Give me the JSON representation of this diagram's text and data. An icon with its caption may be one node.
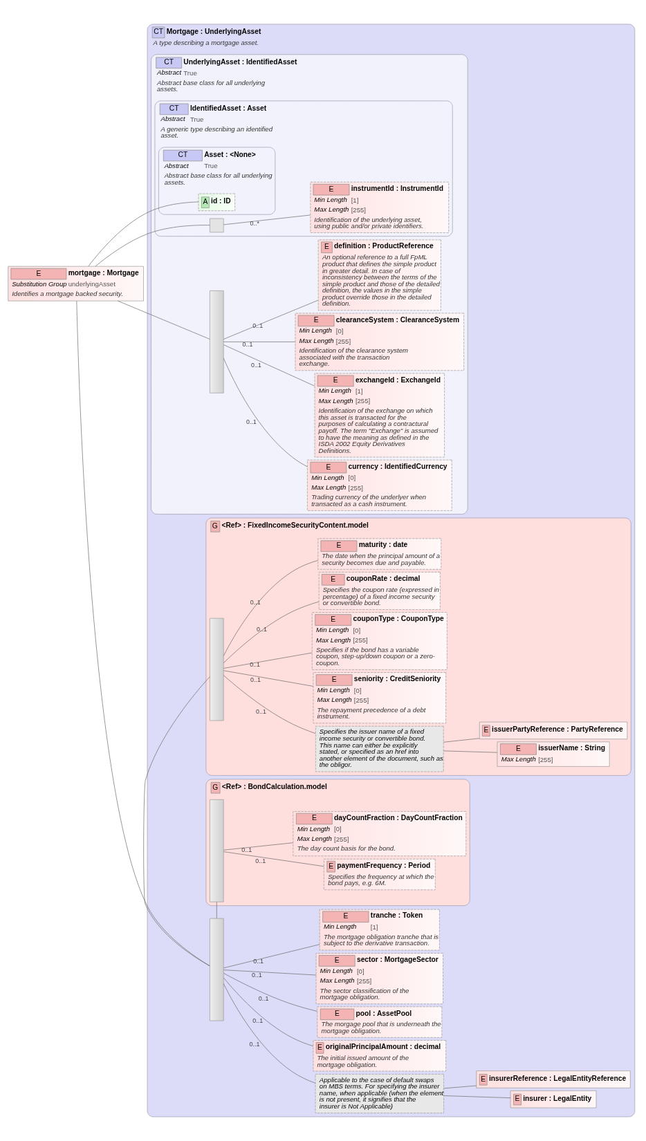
{
  "diagram": {
    "nodes": [
      {
        "text": [
          "CT",
          "Mortgage : UnderlyingAsset",
          "A type describing a mortgage asset."
        ]
      },
      {
        "text": [
          "CT",
          "UnderlyingAsset : IdentifiedAsset",
          "Abstract",
          "True",
          "Abstract base class for all underlying assets."
        ],
        "in": 0
      },
      {
        "text": [
          "CT",
          "IdentifiedAsset : Asset",
          "Abstract",
          "True",
          "A generic type describing an identified asset."
        ],
        "in": 1
      },
      {
        "text": [
          "CT",
          "Asset : <None>",
          "Abstract",
          "True",
          "Abstract base class for all underlying assets."
        ],
        "in": 2
      },
      {
        "text": [
          "A",
          "id : ID"
        ],
        "in": 3
      },
      {
        "text": [],
        "shape": "box",
        "in": 2
      },
      {
        "text": [
          "E",
          "instrumentId : InstrumentId",
          "Min Length",
          "[1]",
          "Max Length",
          "[255]",
          "Identification of the underlying asset, using public and/or private identifiers."
        ],
        "in": 2
      },
      {
        "text": [],
        "shape": "bar",
        "in": 1
      },
      {
        "text": [
          "E",
          "currency : IdentifiedCurrency",
          "Min Length",
          "[0]",
          "Max Length",
          "[255]",
          "Trading currency of the underlyer when transacted as a cash instrument."
        ],
        "in": 1
      },
      {
        "text": [
          "E",
          "exchangeId : ExchangeId",
          "Min Length",
          "[1]",
          "Max Length",
          "[255]",
          "Identification of the exchange on which this asset is transacted for the purposes of calculating a contractural payoff. The term \"Exchange\" is assumed to have the meaning as defined in the ISDA 2002 Equity Derivatives Definitions."
        ],
        "in": 1
      },
      {
        "text": [
          "E",
          "clearanceSystem : ClearanceSystem",
          "Min Length",
          "[0]",
          "Max Length",
          "[255]",
          "Identification of the clearance system associated with the transaction exchange."
        ],
        "in": 1
      },
      {
        "text": [
          "E",
          "definition : ProductReference",
          "An optional reference to a full FpML product that defines the simple product in greater detail. In case of inconsistency between the terms of the simple product and those of the detailed definition, the values in the simple product override those in the detailed definition."
        ],
        "in": 1
      },
      {
        "text": [],
        "shape": "bar",
        "in": 0
      },
      {
        "text": [
          "Applicable to the case of default swaps on MBS terms. For specifying the insurer name, when applicable (when the element is not present, it signifies that the insurer is Not Applicable)"
        ],
        "in": 0
      },
      {
        "text": [
          "E",
          "insurer : LegalEntity"
        ],
        "in": 0
      },
      {
        "text": [
          "E",
          "insurerReference : LegalEntityReference"
        ],
        "in": 0
      },
      {
        "text": [
          "G",
          "<Ref> : FixedIncomeSecurityContent.model"
        ],
        "in": 0
      },
      {
        "text": [],
        "shape": "bar",
        "in": 16
      },
      {
        "text": [
          "Specifies the issuer name of a fixed income security or convertible bond. This name can either be explicitly stated, or specified as an href into another element of the document, such as the obligor."
        ],
        "in": 16
      },
      {
        "text": [
          "E",
          "issuerName : String",
          "Max Length",
          "[255]"
        ],
        "in": 16
      },
      {
        "text": [
          "E",
          "issuerPartyReference : PartyReference"
        ],
        "in": 16
      },
      {
        "text": [
          "E",
          "seniority : CreditSeniority",
          "Min Length",
          "[0]",
          "Max Length",
          "[255]",
          "The repayment precedence of a debt instrument."
        ],
        "in": 16
      },
      {
        "text": [
          "E",
          "couponType : CouponType",
          "Min Length",
          "[0]",
          "Max Length",
          "[255]",
          "Specifies if the bond has a variable coupon, step-up/down coupon or a zero-coupon."
        ],
        "in": 16
      },
      {
        "text": [
          "E",
          "couponRate : decimal",
          "Specifies the coupon rate (expressed in percentage) of a fixed income security or convertible bond."
        ],
        "in": 16
      },
      {
        "text": [
          "E",
          "maturity : date",
          "The date when the principal amount of a security becomes due and payable."
        ],
        "in": 16
      },
      {
        "text": [
          "G",
          "<Ref> : BondCalculation.model"
        ],
        "in": 0
      },
      {
        "text": [],
        "shape": "bar",
        "in": 25
      },
      {
        "text": [
          "E",
          "paymentFrequency : Period",
          "Specifies the frequency at which the bond pays, e.g. 6M."
        ],
        "in": 25
      },
      {
        "text": [
          "E",
          "dayCountFraction : DayCountFraction",
          "Min Length",
          "[0]",
          "Max Length",
          "[255]",
          "The day count basis for the bond."
        ],
        "in": 25
      },
      {
        "text": [
          "E",
          "originalPrincipalAmount : decimal",
          "The initial issued amount of the mortgage obligation."
        ],
        "in": 0
      },
      {
        "text": [
          "E",
          "pool : AssetPool",
          "The morgage pool that is underneath the mortgage obligation."
        ],
        "in": 0
      },
      {
        "text": [
          "E",
          "sector : MortgageSector",
          "Min Length",
          "[0]",
          "Max Length",
          "[255]",
          "The sector classification of the mortgage obligation."
        ],
        "in": 0
      },
      {
        "text": [
          "E",
          "tranche : Token",
          "Min Length",
          "[1]",
          "The mortgage obligation tranche that is subject to the derivative transaction."
        ],
        "in": 0
      },
      {
        "text": [
          "E",
          "mortgage : Mortgage",
          "Substitution Group",
          "underlyingAsset",
          "Identifies a mortgage backed security."
        ]
      }
    ],
    "edges": [
      {
        "from": 33,
        "to": 4,
        "arrow": "none"
      },
      {
        "from": 33,
        "to": 5,
        "arrow": "none"
      },
      {
        "from": 33,
        "to": 7,
        "arrow": "none"
      },
      {
        "from": 33,
        "to": 12,
        "arrow": "none"
      },
      {
        "from": 5,
        "to": 6,
        "label": "0..*",
        "arrow": "none"
      },
      {
        "from": 7,
        "to": 8,
        "label": "0..1",
        "arrow": "none"
      },
      {
        "from": 7,
        "to": 9,
        "label": "0..1",
        "arrow": "none"
      },
      {
        "from": 7,
        "to": 10,
        "label": "0..1",
        "arrow": "none"
      },
      {
        "from": 7,
        "to": 11,
        "label": "0..1",
        "arrow": "none"
      },
      {
        "from": 12,
        "to": 13,
        "label": "0..1",
        "arrow": "none"
      },
      {
        "from": 13,
        "to": 14,
        "arrow": "none"
      },
      {
        "from": 13,
        "to": 15,
        "arrow": "none"
      },
      {
        "from": 12,
        "to": 17,
        "arrow": "none"
      },
      {
        "from": 17,
        "to": 18,
        "label": "0..1",
        "arrow": "none"
      },
      {
        "from": 18,
        "to": 19,
        "arrow": "none"
      },
      {
        "from": 18,
        "to": 20,
        "arrow": "none"
      },
      {
        "from": 17,
        "to": 21,
        "label": "0..1",
        "arrow": "none"
      },
      {
        "from": 17,
        "to": 22,
        "label": "0..1",
        "arrow": "none"
      },
      {
        "from": 17,
        "to": 23,
        "label": "0..1",
        "arrow": "none"
      },
      {
        "from": 17,
        "to": 24,
        "label": "0..1",
        "arrow": "none"
      },
      {
        "from": 12,
        "to": 26,
        "arrow": "none"
      },
      {
        "from": 26,
        "to": 27,
        "label": "0..1",
        "arrow": "none"
      },
      {
        "from": 26,
        "to": 28,
        "label": "0..1",
        "arrow": "none"
      },
      {
        "from": 12,
        "to": 29,
        "label": "0..1",
        "arrow": "none"
      },
      {
        "from": 12,
        "to": 30,
        "label": "0..1",
        "arrow": "none"
      },
      {
        "from": 12,
        "to": 31,
        "label": "0..1",
        "arrow": "none"
      },
      {
        "from": 12,
        "to": 32,
        "label": "0..1",
        "arrow": "none"
      }
    ]
  }
}
